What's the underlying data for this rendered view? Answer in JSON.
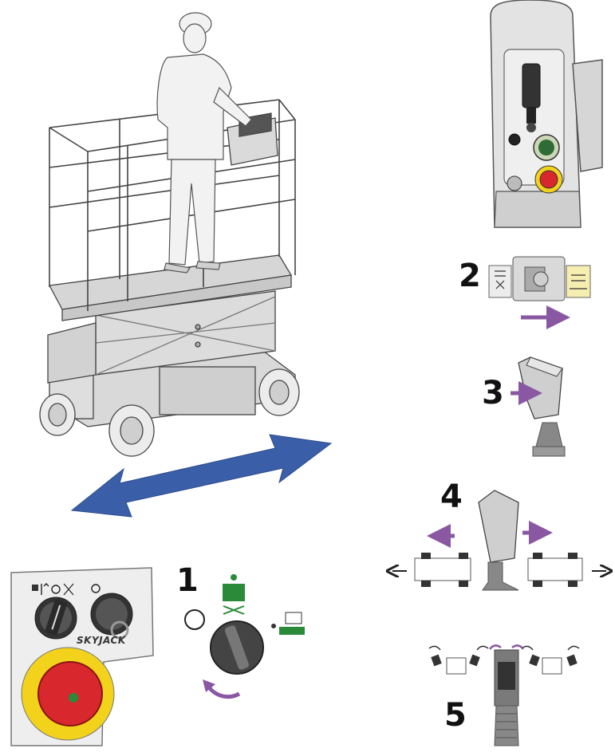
{
  "brand": "SKYJACK",
  "steps": [
    {
      "number": "1"
    },
    {
      "number": "2"
    },
    {
      "number": "3"
    },
    {
      "number": "4"
    },
    {
      "number": "5"
    }
  ],
  "colors": {
    "purple_arrow": "#8a57a3",
    "blue_arrow": "#3a5fa8",
    "estop_red": "#d8282e",
    "estop_yellow": "#f2d21b",
    "function_green": "#2a8a3a",
    "drive_yellow": "#f6edb0"
  }
}
